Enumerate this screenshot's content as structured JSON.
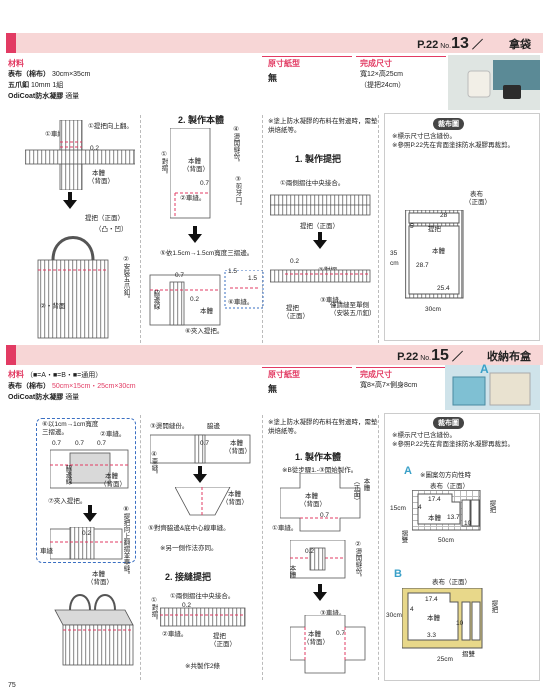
{
  "colors": {
    "accent": "#e23b63",
    "band": "#f7d6d6",
    "badge_blue": "#3aa0c8"
  },
  "top": {
    "page_ref": "P.22",
    "no_label": "No.",
    "number": "13",
    "slash": "／",
    "title": "拿袋",
    "materials_label": "材料",
    "materials": [
      {
        "name": "表布（棉布）",
        "value": "30cm×35cm"
      },
      {
        "name": "五爪釦",
        "value": "10mm 1組"
      },
      {
        "name": "OdiCoat防水凝膠",
        "value": "適量"
      }
    ],
    "pattern_label": "原寸紙型",
    "pattern_value": "無",
    "size_label": "完成尺寸",
    "size_value": "寬12×高25cm",
    "size_extra": "（提把24cm）",
    "col1": {
      "fold_up": "①提把向上翻。",
      "stitch": "①車縫。",
      "dim_02": "0.2",
      "body_label": "本體",
      "body_back": "（背面）",
      "handle_front": "提把（正面）",
      "male_female": "（凸・凹）",
      "install_snap": "②安裝五爪釦。",
      "back_fold": "②・背面"
    },
    "col2": {
      "title": "2. 製作本體",
      "step_seam_fold": "④燙開縫份。",
      "step_fold": "①對摺。",
      "body": "本體",
      "back": "（背面）",
      "stitch": "②車縫。",
      "dim_07": "0.7",
      "cut_corner": "③剪牙口。",
      "step_width": "⑤依1.5cm→1.5cm寬度三摺邊。",
      "gusset_line": "脇邊線",
      "dim_15a": "1.5",
      "dim_15b": "1.5",
      "dim_02": "0.2",
      "stitch6": "⑥車縫。",
      "insert_handle": "⑥夾入提把。"
    },
    "col3": {
      "note": "※塗上防水凝膠的布料在對邊時，需墊烘焙紙等。",
      "title": "1. 製作提把",
      "step_fold": "①兩側摺往中央接合。",
      "handle_front": "提把（正面）",
      "dim_02": "0.2",
      "step_fold2": "②對摺。",
      "stitch": "③車縫。",
      "handle_label": "提把",
      "handle_back": "（正面）",
      "snap_note": "僅請縫至單側（安裝五爪釦）"
    },
    "cutting": {
      "header": "裁布圖",
      "note1": "※標示尺寸已含縫份。",
      "note2": "※參照P.22先在背面塗抹防水凝膠再裁剪。",
      "fabric_label": "表布",
      "fabric_side": "（正面）",
      "w28": "28",
      "p5": "5",
      "handle": "提把",
      "h35": "35",
      "unit": "cm",
      "body": "本體",
      "h287": "28.7",
      "w254": "25.4",
      "w30": "30cm"
    }
  },
  "bottom": {
    "page_ref": "P.22",
    "no_label": "No.",
    "number": "15",
    "slash": "／",
    "title": "收納布盒",
    "materials_label": "材料",
    "materials_sub": "（■=A・■=B・■=通用）",
    "materials": [
      {
        "name": "表布（棉布）",
        "value": "50cm×15cm・25cm×30cm"
      },
      {
        "name": "OdiCoat防水凝膠",
        "value": "適量"
      }
    ],
    "pattern_label": "原寸紙型",
    "pattern_value": "無",
    "size_label": "完成尺寸",
    "size_value": "寬8×高7×側身8cm",
    "badge": "A",
    "col1": {
      "step_fold": "⑥以1cm→1cm寬度三摺邊。",
      "stitch": "②車縫。",
      "dims": [
        "0.7",
        "0.7",
        "0.7"
      ],
      "gusset": "脇邊線",
      "body": "本體",
      "back": "（背面）",
      "insert": "⑦夾入提把。",
      "dim_02": "0.2",
      "fold_up": "⑧提把向上翻摺並車縫。",
      "stitch2": "車縫",
      "body2": "本體",
      "back2": "（背面）"
    },
    "col2": {
      "seam_fold": "③燙開縫份。",
      "gusset": "脇邊",
      "dim_07": "0.7",
      "stitch4": "④車縫。",
      "body": "本體",
      "back": "（背面）",
      "align": "⑤對齊脇邊&底中心線車縫。",
      "other_side": "※另一側作法亦同。",
      "title2": "2. 接縫提把",
      "fold": "①對摺。",
      "step_fold_center": "①兩側摺往中央接合。",
      "dim_02": "0.2",
      "stitch": "②車縫。",
      "handle": "提把",
      "handle_front": "（正面）",
      "make_two": "※共製作2條"
    },
    "col3": {
      "note": "※塗上防水凝膠的布料在對邊時，需墊烘焙紙等。",
      "title": "1. 製作本體",
      "b_from": "※B從步驟1.-③開始製作。",
      "body": "本體",
      "back": "（背面）",
      "front": "（正面）",
      "dim_07": "0.7",
      "stitch": "①車縫。",
      "dim_02": "0.2",
      "seam_fold": "②燙開縫份。",
      "stitch3": "③車縫。",
      "dim_07b": "0.7"
    },
    "cutting": {
      "header": "裁布圖",
      "note1": "※標示尺寸已含縫份。",
      "note2": "※參照P.22先在背面塗抹防水凝膠再裁剪。",
      "a_label": "A",
      "a_note": "※圖案勿方向性時",
      "fabric": "表布（正面）",
      "a_w174": "17.4",
      "a_4": "4",
      "a_body": "本體",
      "a_137": "13.7",
      "a_10": "10",
      "a_handle": "提把",
      "a_15cm": "15cm",
      "a_50cm": "50cm",
      "a_wrap": "摺雙",
      "b_label": "B",
      "b_fabric": "表布（正面）",
      "b_w174": "17.4",
      "b_4": "4",
      "b_body": "本體",
      "b_10": "10",
      "b_33": "3.3",
      "b_handle": "提把",
      "b_30cm": "30cm",
      "b_25cm": "25cm",
      "b_wrap": "摺雙"
    }
  },
  "page_number": "75"
}
